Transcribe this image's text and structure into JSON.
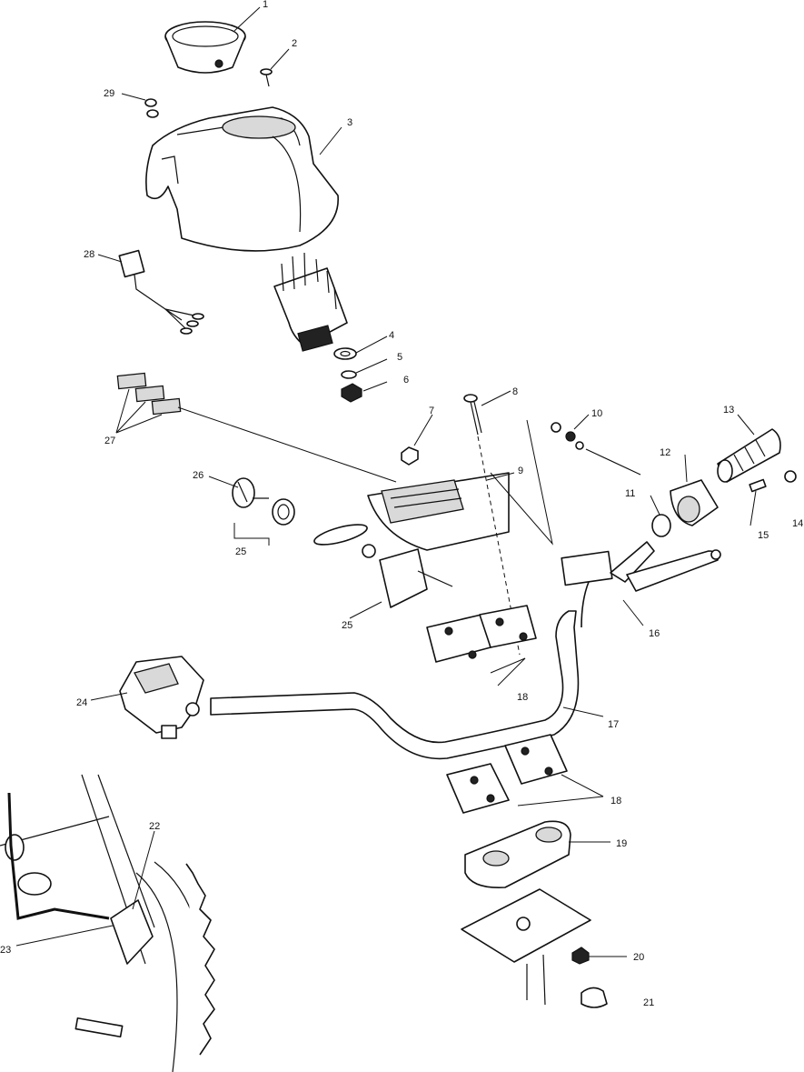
{
  "callouts": [
    {
      "id": "1",
      "text": "1"
    },
    {
      "id": "2",
      "text": "2"
    },
    {
      "id": "3",
      "text": "3"
    },
    {
      "id": "4",
      "text": "4"
    },
    {
      "id": "5",
      "text": "5"
    },
    {
      "id": "6",
      "text": "6"
    },
    {
      "id": "7",
      "text": "7"
    },
    {
      "id": "8",
      "text": "8"
    },
    {
      "id": "9",
      "text": "9"
    },
    {
      "id": "10",
      "text": "10"
    },
    {
      "id": "11",
      "text": "11"
    },
    {
      "id": "12",
      "text": "12"
    },
    {
      "id": "13",
      "text": "13"
    },
    {
      "id": "14",
      "text": "14"
    },
    {
      "id": "15",
      "text": "15"
    },
    {
      "id": "16",
      "text": "16"
    },
    {
      "id": "17",
      "text": "17"
    },
    {
      "id": "18a",
      "text": "18"
    },
    {
      "id": "18b",
      "text": "18"
    },
    {
      "id": "19",
      "text": "19"
    },
    {
      "id": "20",
      "text": "20"
    },
    {
      "id": "21",
      "text": "21"
    },
    {
      "id": "22",
      "text": "22"
    },
    {
      "id": "23",
      "text": "23"
    },
    {
      "id": "24",
      "text": "24"
    },
    {
      "id": "25a",
      "text": "25"
    },
    {
      "id": "25b",
      "text": "25"
    },
    {
      "id": "26",
      "text": "26"
    },
    {
      "id": "27",
      "text": "27"
    },
    {
      "id": "28",
      "text": "28"
    },
    {
      "id": "29",
      "text": "29"
    }
  ]
}
